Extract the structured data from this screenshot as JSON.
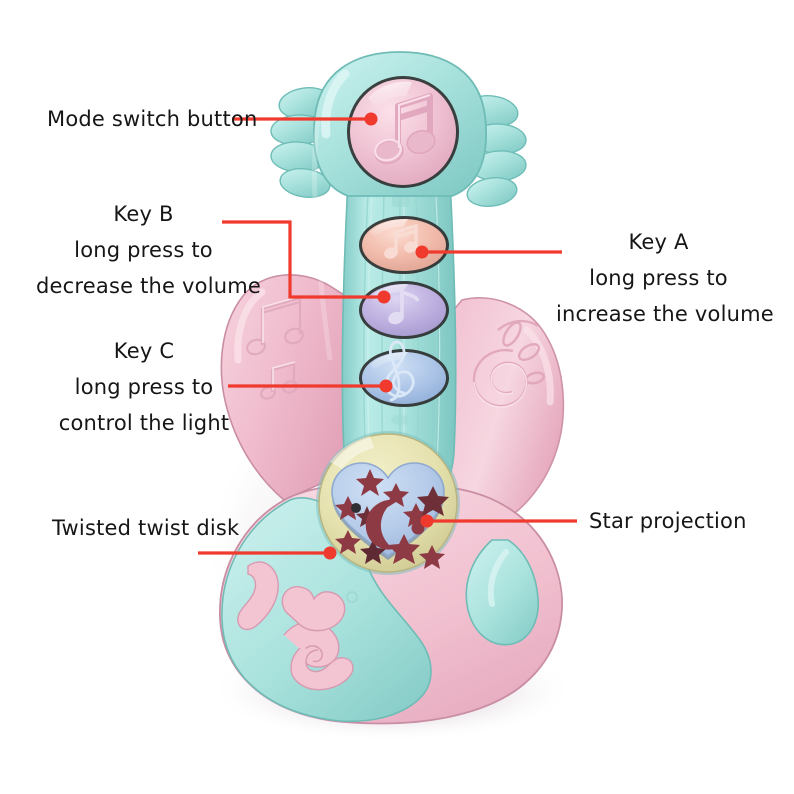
{
  "image": {
    "subject": "children's toy electric guitar",
    "background_color": "#ffffff",
    "callout_color": "#f03a2e"
  },
  "palette": {
    "teal_body": "#a9e2dd",
    "teal_dark": "#7fcbc6",
    "teal_light": "#c7efec",
    "pink_body": "#f3c3d2",
    "pink_light": "#f8dbe4",
    "pink_dark": "#e3a5bb",
    "button_pink": "#f2c8d6",
    "button_salmon": "#f4bdae",
    "button_purple": "#c2b5e2",
    "button_blue": "#aec6e8",
    "disk_cream": "#e8e4b4",
    "heart_blue": "#b6ccea",
    "star_maroon": "#8e3a44",
    "outline": "#3a3a3a",
    "shadow": "#d8cfd6"
  },
  "callouts": [
    {
      "id": "mode-switch",
      "lines": [
        "Mode switch button"
      ],
      "target": "round pink music-note button on headstock",
      "leader": "straight horizontal line ending in a dot"
    },
    {
      "id": "key-b",
      "lines": [
        "Key B",
        "long press to",
        "decrease the volume"
      ],
      "target": "purple oval button",
      "leader": "elbow line: right, down, right, ending in a dot"
    },
    {
      "id": "key-a",
      "lines": [
        "Key A",
        "long press to",
        "increase the volume"
      ],
      "target": "salmon oval button",
      "leader": "straight horizontal line ending in a dot"
    },
    {
      "id": "key-c",
      "lines": [
        "Key C",
        "long press to",
        "control the light"
      ],
      "target": "blue oval button with treble clef",
      "leader": "straight horizontal line ending in a dot"
    },
    {
      "id": "twisted-twist-disk",
      "lines": [
        "Twisted twist disk"
      ],
      "target": "cream coloured rotating disk around the heart",
      "leader": "straight horizontal line ending in a dot"
    },
    {
      "id": "star-projection",
      "lines": [
        "Star projection"
      ],
      "target": "blue heart panel with star and moon cut-outs",
      "leader": "straight horizontal line ending in a dot"
    }
  ],
  "toy_parts": {
    "headstock": "teal headstock with four tuning pegs per side",
    "mode_button_icon": "double eighth note",
    "key_a_icon": "beamed eighth notes",
    "key_b_icon": "single eighth note",
    "key_c_icon": "treble clef",
    "left_wing_emboss": "music notes",
    "right_wing_emboss": "spiral swirl",
    "lower_body_emboss": "heart and wave swirls"
  }
}
